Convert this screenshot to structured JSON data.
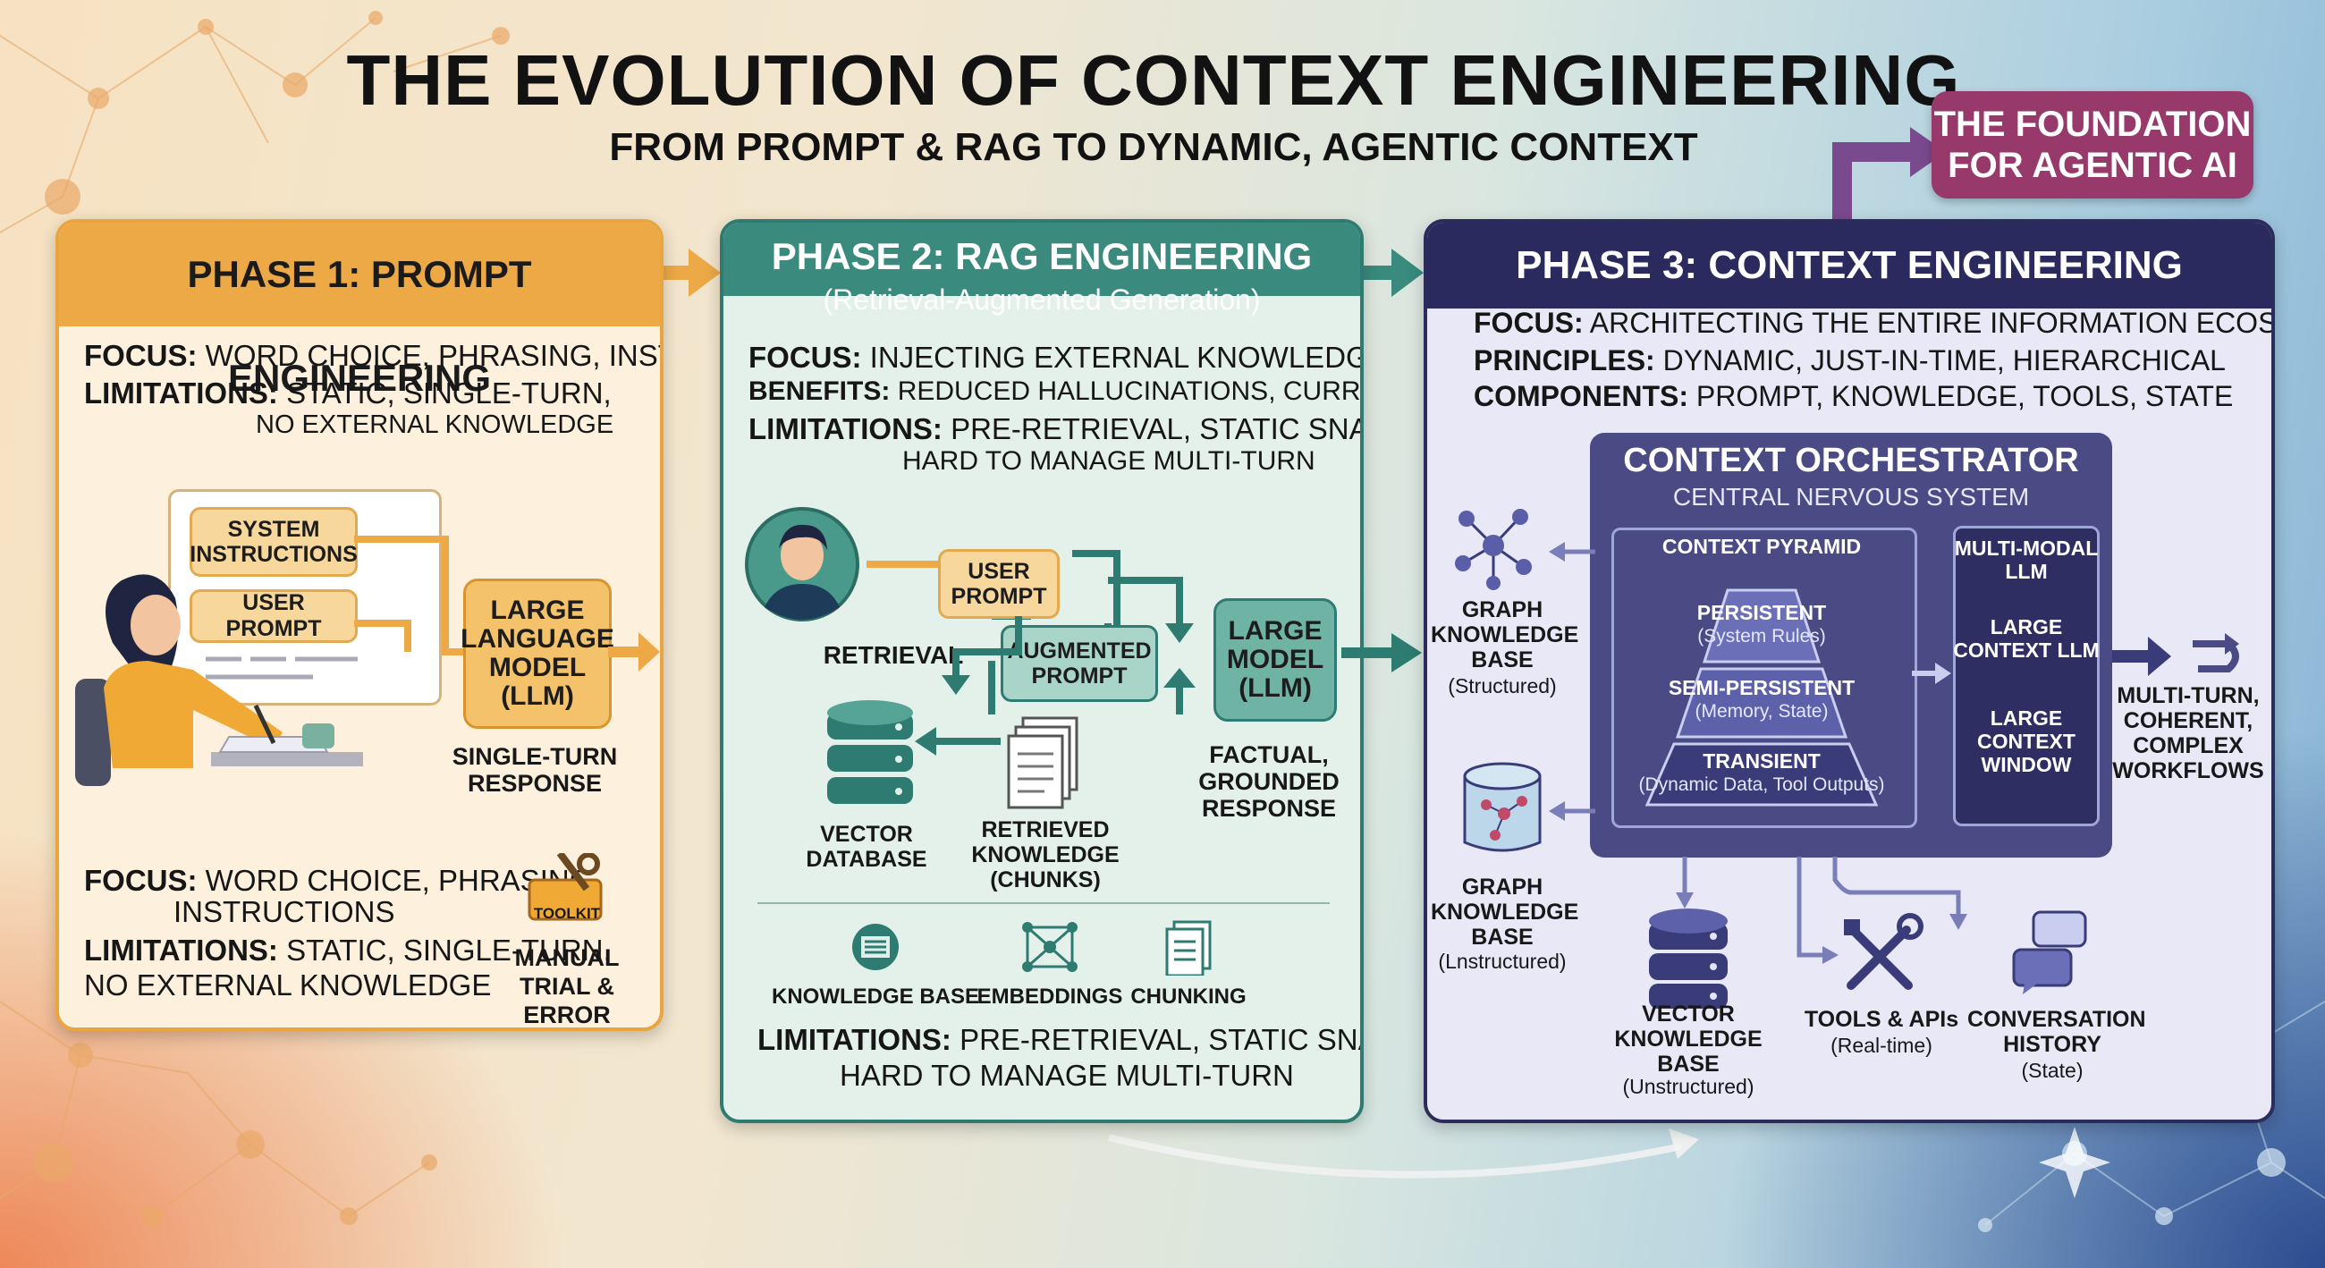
{
  "title": "THE EVOLUTION OF CONTEXT ENGINEERING",
  "subtitle": "FROM PROMPT & RAG TO DYNAMIC, AGENTIC CONTEXT",
  "foundation": "THE FOUNDATION FOR AGENTIC AI",
  "colors": {
    "phase1": "#eca946",
    "phase2": "#3a8a7e",
    "phase3": "#2a2a5e",
    "foundation": "#97396a"
  },
  "phase1": {
    "heading": "PHASE 1: PROMPT ENGINEERING",
    "focus_label": "FOCUS:",
    "focus": "WORD CHOICE, PHRASING, INSTRUCTIONS",
    "limitations_label": "LIMITATIONS:",
    "limitations": "STATIC, SINGLE-TURN,",
    "limitations2": "NO EXTERNAL KNOWLEDGE",
    "system_instructions": "SYSTEM INSTRUCTIONS",
    "user_prompt": "USER PROMPT",
    "llm": "LARGE LANGUAGE MODEL (LLM)",
    "response": "SINGLE-TURN RESPONSE",
    "bottom_focus_label": "FOCUS:",
    "bottom_focus": "WORD CHOICE, PHRASING,",
    "bottom_focus2": "INSTRUCTIONS",
    "bottom_limitations_label": "LIMITATIONS:",
    "bottom_limitations": "STATIC, SINGLE-TURN,",
    "bottom_limitations2": "NO EXTERNAL KNOWLEDGE",
    "toolkit": "TOOLKIT",
    "manual": "MANUAL",
    "trial": "TRIAL & ERROR",
    "icons": [
      "person-typing-icon",
      "toolkit-icon"
    ]
  },
  "phase2": {
    "heading": "PHASE 2: RAG ENGINEERING",
    "subheading": "(Retrieval-Augmented Generation)",
    "focus_label": "FOCUS:",
    "focus": "INJECTING EXTERNAL KNOWLEDGE",
    "benefits_label": "BENEFITS:",
    "benefits": "REDUCED HALLUCINATIONS, CURRENT INFO",
    "limitations_label": "LIMITATIONS:",
    "limitations": "PRE-RETRIEVAL, STATIC SNAPSHOT,",
    "limitations2": "HARD TO MANAGE MULTI-TURN",
    "user_prompt": "USER PROMPT",
    "retrieval": "RETRIEVAL",
    "augmented_prompt": "AUGMENTED PROMPT",
    "llm": "LARGE MODEL (LLM)",
    "vector_db": "VECTOR DATABASE",
    "retrieved_knowledge": "RETRIEVED KNOWLEDGE (CHUNKS)",
    "response": "FACTUAL, GROUNDED RESPONSE",
    "tools": [
      "KNOWLEDGE BASE",
      "EMBEDDINGS",
      "CHUNKING"
    ],
    "bottom_limitations_label": "LIMITATIONS:",
    "bottom_limitations": "PRE-RETRIEVAL, STATIC SNAPSHOT,",
    "bottom_limitations2": "HARD TO MANAGE MULTI-TURN"
  },
  "phase3": {
    "heading": "PHASE 3: CONTEXT ENGINEERING",
    "focus_label": "FOCUS:",
    "focus": "ARCHITECTING THE ENTIRE INFORMATION ECOSYSTEM",
    "principles_label": "PRINCIPLES:",
    "principles": "DYNAMIC, JUST-IN-TIME, HIERARCHICAL",
    "components_label": "COMPONENTS:",
    "components": "PROMPT, KNOWLEDGE, TOOLS, STATE",
    "orchestrator": "CONTEXT ORCHESTRATOR",
    "orchestrator_sub": "CENTRAL NERVOUS SYSTEM",
    "pyramid_title": "CONTEXT PYRAMID",
    "pyramid": [
      {
        "name": "PERSISTENT",
        "detail": "(System Rules)"
      },
      {
        "name": "SEMI-PERSISTENT",
        "detail": "(Memory, State)"
      },
      {
        "name": "TRANSIENT",
        "detail": "(Dynamic Data, Tool Outputs)"
      }
    ],
    "models": [
      "MULTI-MODAL LLM",
      "LARGE CONTEXT LLM",
      "LARGE CONTEXT WINDOW"
    ],
    "graph_kb1": "GRAPH KNOWLEDGE BASE",
    "graph_kb1_detail": "(Structured)",
    "graph_kb2": "GRAPH KNOWLEDGE BASE",
    "graph_kb2_detail": "(Lnstructured)",
    "vector_kb": "VECTOR KNOWLEDGE BASE",
    "vector_kb_detail": "(Unstructured)",
    "tools": "TOOLS & APIs",
    "tools_detail": "(Real-time)",
    "history": "CONVERSATION HISTORY",
    "history_detail": "(State)",
    "output": "MULTI-TURN, COHERENT, COMPLEX WORKFLOWS"
  }
}
